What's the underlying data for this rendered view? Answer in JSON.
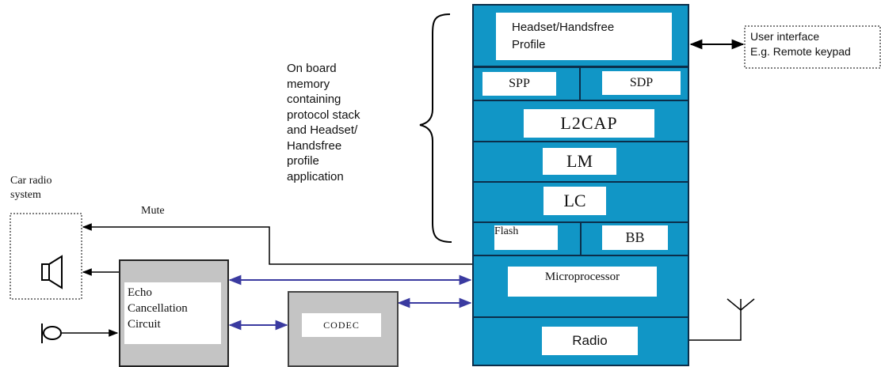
{
  "colors": {
    "stack_blue": "#1196c6",
    "stack_border": "#0b2e4a",
    "link_arrow": "#3a3aa0",
    "box_gray": "#c4c4c4"
  },
  "stack": {
    "profile": "Headset/Handsfree\nProfile",
    "spp": "SPP",
    "sdp": "SDP",
    "l2cap": "L2CAP",
    "lm": "LM",
    "lc": "LC",
    "flash": "Flash",
    "bb": "BB",
    "microprocessor": "Microprocessor",
    "radio": "Radio"
  },
  "user_interface": {
    "line1": "User interface",
    "line2": "E.g. Remote keypad"
  },
  "memory_note": "On board\nmemory\ncontaining\nprotocol stack\nand Headset/\nHandsfree\nprofile\napplication",
  "car_radio": "Car radio\nsystem",
  "mute": "Mute",
  "echo": "Echo\nCancellation\nCircuit",
  "codec": "CODEC",
  "icons": [
    "speaker-icon",
    "microphone-icon",
    "antenna-icon",
    "curly-brace-icon"
  ]
}
